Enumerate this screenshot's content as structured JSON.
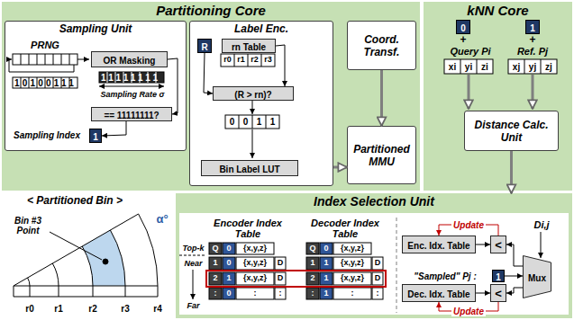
{
  "diagram": {
    "nodes": [
      {
        "text": [
          "Partitioning Core"
        ]
      },
      {
        "text": [
          "Sampling Unit"
        ],
        "in": 0
      },
      {
        "text": [
          "OR Masking"
        ],
        "in": 1
      },
      {
        "text": [
          "== 11111111?"
        ],
        "in": 1
      },
      {
        "text": [
          "1"
        ],
        "in": 1
      },
      {
        "text": [
          "Label Enc."
        ],
        "in": 0
      },
      {
        "text": [
          "R"
        ],
        "in": 5
      },
      {
        "text": [
          "rn Table"
        ],
        "in": 5
      },
      {
        "text": [
          "(R > rn)?"
        ],
        "in": 5
      },
      {
        "text": [
          "Bin Label LUT"
        ],
        "in": 5
      },
      {
        "text": [
          "Coord. Transf."
        ],
        "in": 0
      },
      {
        "text": [
          "Partitioned MMU"
        ],
        "in": 0
      },
      {
        "text": [
          "kNN Core"
        ]
      },
      {
        "text": [
          "0"
        ],
        "in": 12
      },
      {
        "text": [
          "1"
        ],
        "in": 12
      },
      {
        "text": [
          "Distance Calc. Unit"
        ],
        "in": 12
      },
      {
        "text": [
          "Index Selection Unit"
        ]
      },
      {
        "text": [
          "Enc. Idx. Table"
        ],
        "in": 16
      },
      {
        "text": [
          "<"
        ],
        "in": 16
      },
      {
        "text": [
          "Dec. Idx. Table"
        ],
        "in": 16
      },
      {
        "text": [
          "<"
        ],
        "in": 16
      },
      {
        "text": [
          "Mux"
        ],
        "in": 16
      },
      {
        "text": [
          "1"
        ],
        "in": 16
      }
    ],
    "edges": [
      {
        "from": 2,
        "to": 3,
        "arrow": "to"
      },
      {
        "from": 3,
        "to": 4,
        "arrow": "to"
      },
      {
        "from": 6,
        "to": 8,
        "arrow": "to"
      },
      {
        "from": 7,
        "to": 8,
        "arrow": "to"
      },
      {
        "from": 5,
        "to": 11,
        "arrow": "to"
      },
      {
        "from": 10,
        "to": 11,
        "arrow": "to"
      },
      {
        "from": 15,
        "to": 16,
        "arrow": "to"
      },
      {
        "from": 17,
        "to": 18,
        "arrow": "to"
      },
      {
        "from": 18,
        "to": 17,
        "label": "Update",
        "arrow": "to"
      },
      {
        "from": 19,
        "to": 20,
        "arrow": "to"
      },
      {
        "from": 20,
        "to": 19,
        "label": "Update",
        "arrow": "to"
      },
      {
        "from": 21,
        "to": 18,
        "arrow": "to"
      },
      {
        "from": 21,
        "to": 20,
        "arrow": "to"
      },
      {
        "from": 22,
        "to": 21,
        "arrow": "to"
      }
    ],
    "labels": [
      "PRNG",
      "10100111",
      "11111111",
      "Sampling Rate σ",
      "Sampling Index",
      "r0",
      "r1",
      "r2",
      "r3",
      "0",
      "0",
      "1",
      "1",
      "+",
      "Query Pi",
      "xi",
      "yi",
      "zi",
      "+",
      "Ref. Pj",
      "xj",
      "yj",
      "zj",
      "< Partitioned Bin >",
      "Bin #3 Point",
      "α°",
      "r0",
      "r1",
      "r2",
      "r3",
      "r4",
      "Encoder Index Table",
      "Decoder Index Table",
      "Top-k",
      "Near",
      "Far",
      "Q",
      "0",
      "{x,y,z}",
      "1",
      "0",
      "{x,y,z}",
      "D",
      "2",
      "1",
      "{x,y,z}",
      "D",
      ":",
      "0",
      ":",
      ":",
      "Q",
      "0",
      "{x,y,z}",
      "1",
      "1",
      "{x,y,z}",
      "D",
      "2",
      "1",
      "{x,y,z}",
      "D",
      ":",
      "1",
      ":",
      ":",
      "\"Sampled\" Pj :",
      "Di,j"
    ]
  }
}
